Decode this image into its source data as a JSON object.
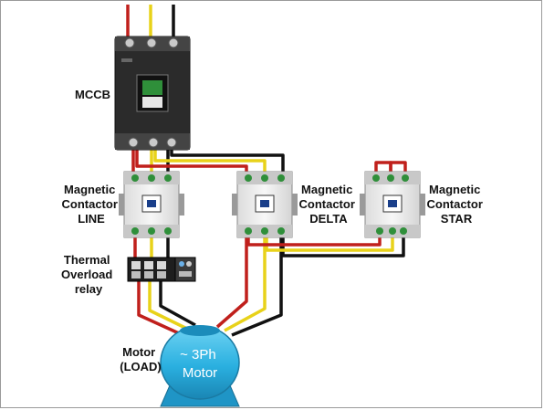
{
  "labels": {
    "mccb": "MCCB",
    "contactor_line": [
      "Magnetic",
      "Contactor",
      "LINE"
    ],
    "contactor_delta": [
      "Magnetic",
      "Contactor",
      "DELTA"
    ],
    "contactor_star": [
      "Magnetic",
      "Contactor",
      "STAR"
    ],
    "thermal_overload": [
      "Thermal",
      "Overload",
      "relay"
    ],
    "motor_load": [
      "Motor",
      "(LOAD)"
    ],
    "motor_body": [
      "~ 3Ph",
      "Motor"
    ]
  },
  "colors": {
    "phase_red": "#c0201c",
    "phase_yellow": "#e8d21a",
    "phase_black": "#111111",
    "motor_blue": "#2ab0e0",
    "breaker_body": "#2b2b2b",
    "contactor_body": "#f2f2f2",
    "terminal_green": "#2f8f3a"
  }
}
